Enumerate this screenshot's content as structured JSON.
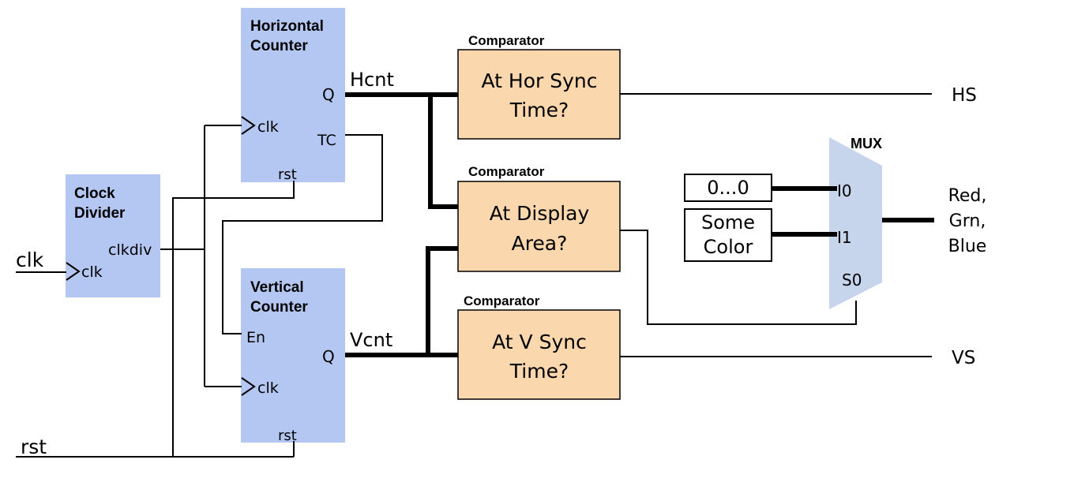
{
  "clock_divider": {
    "title": [
      "Clock",
      "Divider"
    ],
    "in_label": "clk",
    "out_label": "clkdiv"
  },
  "horizontal_counter": {
    "title": [
      "Horizontal",
      "Counter"
    ],
    "clk_label": "clk",
    "rst_label": "rst",
    "q_label": "Q",
    "tc_label": "TC"
  },
  "vertical_counter": {
    "title": [
      "Vertical",
      "Counter"
    ],
    "en_label": "En",
    "clk_label": "clk",
    "rst_label": "rst",
    "q_label": "Q"
  },
  "comparators": [
    {
      "header": "Comparator",
      "text": [
        "At Hor Sync",
        "Time?"
      ]
    },
    {
      "header": "Comparator",
      "text": [
        "At Display",
        "Area?"
      ]
    },
    {
      "header": "Comparator",
      "text": [
        "At V Sync",
        "Time?"
      ]
    }
  ],
  "mux": {
    "title": "MUX",
    "i0": "I0",
    "i1": "I1",
    "s0": "S0"
  },
  "constants": {
    "zero": "0...0",
    "color": [
      "Some",
      "Color"
    ]
  },
  "signals": {
    "clk": "clk",
    "rst": "rst",
    "hcnt": "Hcnt",
    "vcnt": "Vcnt",
    "hs": "HS",
    "vs": "VS",
    "rgb": [
      "Red,",
      "Grn,",
      "Blue"
    ]
  }
}
